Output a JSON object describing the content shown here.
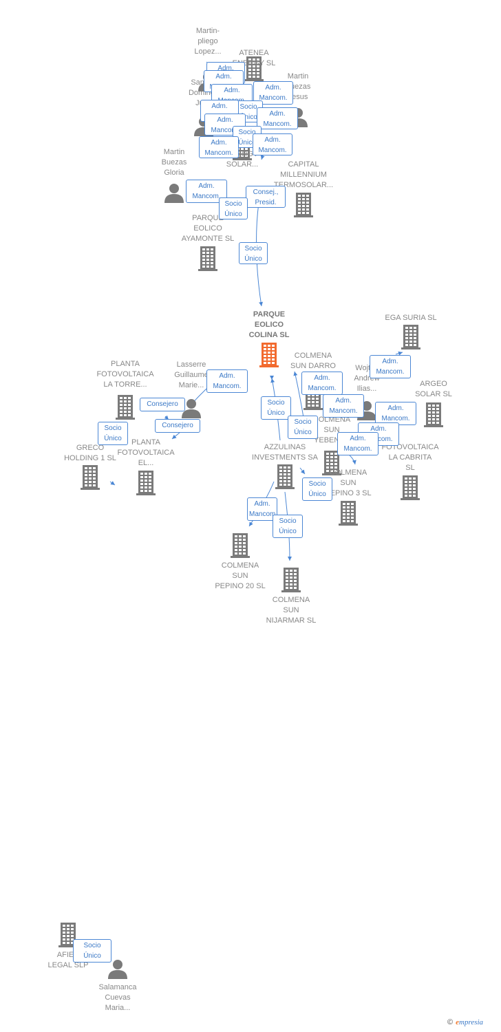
{
  "colors": {
    "company": "#7a7a7a",
    "focus": "#f26a2e",
    "person": "#7a7a7a",
    "link": "#4a86d4"
  },
  "nodes": [
    {
      "id": "atenea",
      "kind": "company",
      "label": "ATENEA\nENERGY  SL"
    },
    {
      "id": "martin_pliego",
      "kind": "person",
      "label": "Martin-\npliego\nLopez..."
    },
    {
      "id": "martin_buezas_jesus",
      "kind": "person",
      "label": "Martin\nBuezas\nJesus"
    },
    {
      "id": "sancho",
      "kind": "person",
      "label": "Sancho\nDomingo\nJuan"
    },
    {
      "id": "energy_solar",
      "kind": "company",
      "label": "ENERGY\nSOLAR..."
    },
    {
      "id": "martin_buezas_gloria",
      "kind": "person",
      "label": "Martin\nBuezas\nGloria"
    },
    {
      "id": "capital_millennium",
      "kind": "company",
      "label": "CAPITAL\nMILLENNIUM\nTERMOSOLAR..."
    },
    {
      "id": "parque_ayamonte",
      "kind": "company",
      "label": "PARQUE\nEOLICO\nAYAMONTE  SL"
    },
    {
      "id": "parque_colina",
      "kind": "focus",
      "label": "PARQUE\nEOLICO\nCOLINA  SL"
    },
    {
      "id": "ega_suria",
      "kind": "company",
      "label": "EGA SURIA  SL"
    },
    {
      "id": "colmena_darro",
      "kind": "company",
      "label": "COLMENA\nSUN DARRO"
    },
    {
      "id": "wojtek",
      "kind": "person",
      "label": "Wojtek\nAndrew\nIlias..."
    },
    {
      "id": "argeo",
      "kind": "company",
      "label": "ARGEO\nSOLAR  SL"
    },
    {
      "id": "planta_torre",
      "kind": "company",
      "label": "PLANTA\nFOTOVOLTAICA\nLA TORRE..."
    },
    {
      "id": "lasserre",
      "kind": "person",
      "label": "Lasserre\nGuillaume\nMarie..."
    },
    {
      "id": "colmena_yebenes",
      "kind": "company",
      "label": "COLMENA\nSUN\nYEBENES"
    },
    {
      "id": "fotovoltaica_cabrita",
      "kind": "company",
      "label": "FOTOVOLTAICA\nLA CABRITA\nSL"
    },
    {
      "id": "greco",
      "kind": "company",
      "label": "GRECO\nHOLDING 1  SL"
    },
    {
      "id": "planta_el",
      "kind": "company",
      "label": "PLANTA\nFOTOVOLTAICA\nEL..."
    },
    {
      "id": "azzulinas",
      "kind": "company",
      "label": "AZZULINAS\nINVESTMENTS SA"
    },
    {
      "id": "colmena_pepino3",
      "kind": "company",
      "label": "COLMENA\nSUN\nPEPINO 3  SL"
    },
    {
      "id": "colmena_pepino20",
      "kind": "company",
      "label": "COLMENA\nSUN\nPEPINO 20  SL"
    },
    {
      "id": "colmena_nijarmar",
      "kind": "company",
      "label": "COLMENA\nSUN\nNIJARMAR  SL"
    },
    {
      "id": "afied",
      "kind": "company",
      "label": "AFIED\nLEGAL  SLP"
    },
    {
      "id": "salamanca",
      "kind": "person",
      "label": "Salamanca\nCuevas\nMaria..."
    }
  ],
  "badges": [
    {
      "text": "Adm.\nMancom."
    },
    {
      "text": "Adm.\nMancom."
    },
    {
      "text": "Adm.\nMancom."
    },
    {
      "text": "Adm.\nMancom."
    },
    {
      "text": "Socio\nÚnico"
    },
    {
      "text": "Adm.\nMancom."
    },
    {
      "text": "Adm.\nMancom."
    },
    {
      "text": "Adm.\nMancom."
    },
    {
      "text": "Socio\nÚnico"
    },
    {
      "text": "Adm.\nMancom."
    },
    {
      "text": "Adm.\nMancom."
    },
    {
      "text": "Adm.\nMancom."
    },
    {
      "text": "Consej.,\nPresid."
    },
    {
      "text": "Socio\nÚnico"
    },
    {
      "text": "Socio\nÚnico"
    },
    {
      "text": "Adm.\nMancom."
    },
    {
      "text": "Adm.\nMancom."
    },
    {
      "text": "Adm.\nMancom."
    },
    {
      "text": "Consejero"
    },
    {
      "text": "Consejero"
    },
    {
      "text": "Socio\nÚnico"
    },
    {
      "text": "Socio\nÚnico"
    },
    {
      "text": "Socio\nÚnico"
    },
    {
      "text": "Adm.\nMancom."
    },
    {
      "text": "Adm.\nMancom."
    },
    {
      "text": "Adm.\nMancom."
    },
    {
      "text": "Adm.\nMancom."
    },
    {
      "text": "Adm.\nMancom."
    },
    {
      "text": "Socio\nÚnico"
    },
    {
      "text": "Socio\nÚnico"
    },
    {
      "text": "Socio\nÚnico"
    },
    {
      "text": "Adm.\nUnico,..."
    }
  ],
  "footer": {
    "copyright": "©",
    "brand_initial": "e",
    "brand_rest": "mpresia"
  }
}
